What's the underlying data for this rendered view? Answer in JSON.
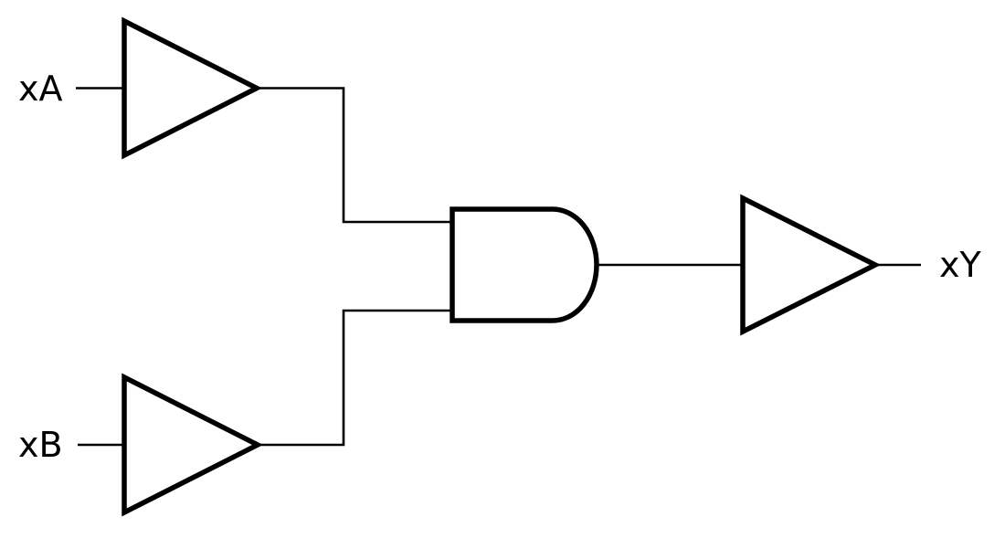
{
  "diagram": {
    "kind": "logic-circuit",
    "background_color": "#ffffff",
    "line_color": "#000000",
    "labels": {
      "input_a": "xA",
      "input_b": "xB",
      "output": "xY"
    },
    "components": {
      "buffer_a": "buffer",
      "buffer_b": "buffer",
      "and_gate": "AND",
      "buffer_y": "buffer"
    }
  }
}
